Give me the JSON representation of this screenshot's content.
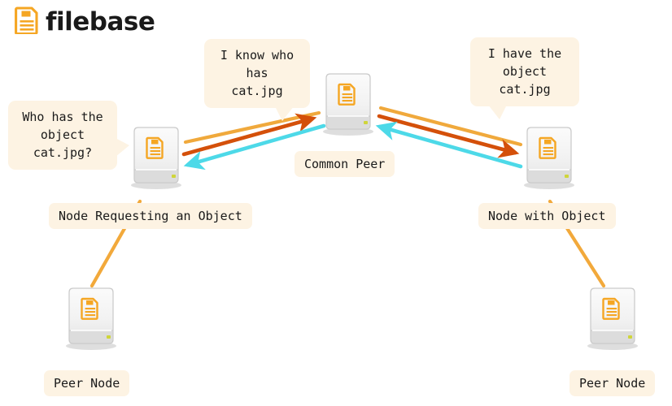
{
  "brand": {
    "name": "filebase",
    "logo_icon": "document-icon",
    "accent_color": "#F5A623",
    "text_color": "#1a1a1a"
  },
  "theme": {
    "background": "#ffffff",
    "label_bg": "#fdf3e3",
    "arrow_light_orange": "#F0A93C",
    "arrow_dark_orange": "#D4500A",
    "arrow_cyan": "#4DD9E8",
    "connector_orange": "#F2A93B"
  },
  "bubbles": [
    {
      "id": "requester-question",
      "lines": [
        "Who has the",
        "object",
        "cat.jpg?"
      ],
      "text": "Who has the object cat.jpg?"
    },
    {
      "id": "common-peer-answer",
      "lines": [
        "I know who",
        "has",
        "cat.jpg"
      ],
      "text": "I know who has cat.jpg"
    },
    {
      "id": "holder-answer",
      "lines": [
        "I have the",
        "object",
        "cat.jpg"
      ],
      "text": "I have the object cat.jpg"
    }
  ],
  "nodes": [
    {
      "id": "node-requesting",
      "label": "Node Requesting an Object",
      "icon": "server-drive-icon"
    },
    {
      "id": "common-peer",
      "label": "Common Peer",
      "icon": "server-drive-icon"
    },
    {
      "id": "node-with-object",
      "label": "Node with Object",
      "icon": "server-drive-icon"
    },
    {
      "id": "peer-node-left",
      "label": "Peer Node",
      "icon": "server-drive-icon"
    },
    {
      "id": "peer-node-right",
      "label": "Peer Node",
      "icon": "server-drive-icon"
    }
  ]
}
